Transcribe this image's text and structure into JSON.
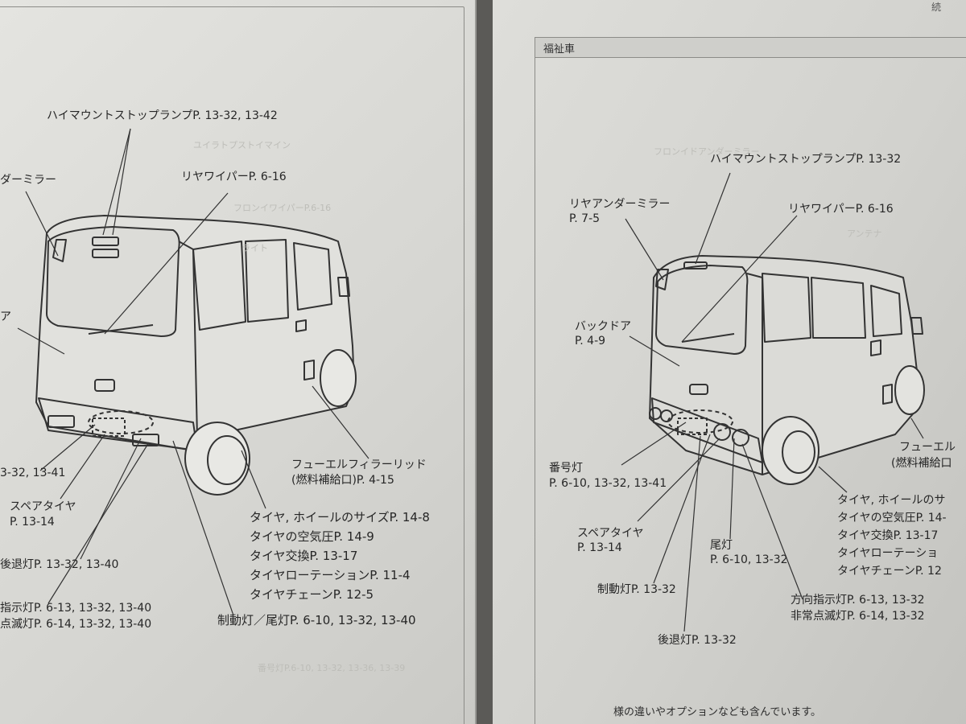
{
  "left_page": {
    "labels": {
      "high_mount": "ハイマウントストップランプP. 13-32, 13-42",
      "under_mirror": "ダーミラー",
      "rear_wiper": "リヤワイパーP. 6-16",
      "door_fragment": "ア",
      "fuel_lid_1": "フューエルフィラーリッド",
      "fuel_lid_2": "(燃料補給口)P. 4-15",
      "plate_fragment": "3-32, 13-41",
      "spare_tire_1": "スペアタイヤ",
      "spare_tire_2": "P. 13-14",
      "tire_1": "タイヤ, ホイールのサイズP. 14-8",
      "tire_2": "タイヤの空気圧P. 14-9",
      "tire_3": "タイヤ交換P. 13-17",
      "tire_4": "タイヤローテーションP. 11-4",
      "tire_5": "タイヤチェーンP. 12-5",
      "backup_lamp": "後退灯P. 13-32, 13-40",
      "turn_signal": "指示灯P. 6-13, 13-32, 13-40",
      "hazard": "点滅灯P. 6-14, 13-32, 13-40",
      "brake_tail": "制動灯／尾灯P. 6-10, 13-32, 13-40"
    }
  },
  "right_page": {
    "header": "福祉車",
    "corner": "続",
    "labels": {
      "high_mount": "ハイマウントストップランプP. 13-32",
      "under_mirror_1": "リヤアンダーミラー",
      "under_mirror_2": "P. 7-5",
      "rear_wiper": "リヤワイパーP. 6-16",
      "back_door_1": "バックドア",
      "back_door_2": "P. 4-9",
      "fuel_1": "フューエル",
      "fuel_2": "(燃料補給口",
      "plate_1": "番号灯",
      "plate_2": "P. 6-10, 13-32, 13-41",
      "tire_1": "タイヤ, ホイールのサ",
      "tire_2": "タイヤの空気圧P. 14-",
      "tire_3": "タイヤ交換P. 13-17",
      "tire_4": "タイヤローテーショ",
      "tire_5": "タイヤチェーンP. 12",
      "spare_1": "スペアタイヤ",
      "spare_2": "P. 13-14",
      "tail_1": "尾灯",
      "tail_2": "P. 6-10, 13-32",
      "brake": "制動灯P. 13-32",
      "turn_1": "方向指示灯P. 6-13, 13-32",
      "turn_2": "非常点滅灯P. 6-14, 13-32",
      "backup": "後退灯P. 13-32"
    },
    "footer": "様の違いやオプションなども含んでいます。"
  }
}
